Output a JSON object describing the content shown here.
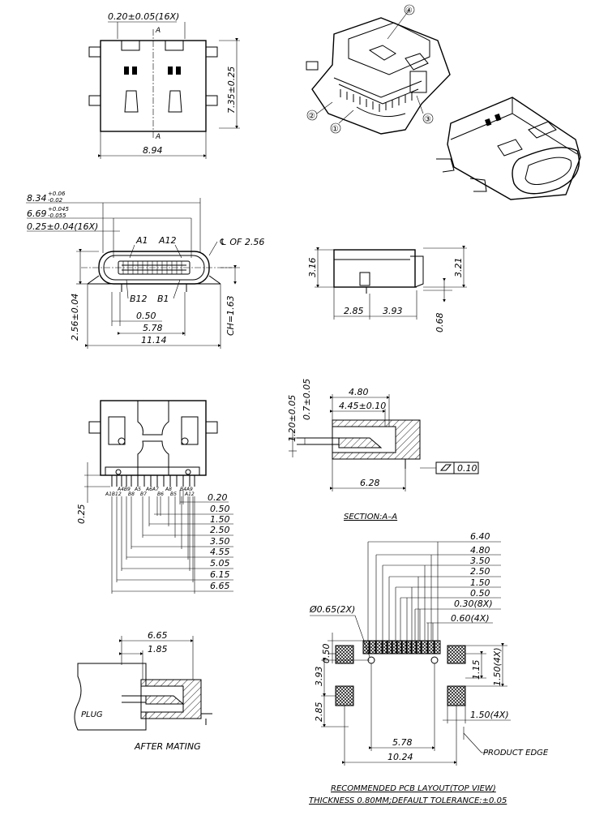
{
  "top_view": {
    "pitch_label": "0.20±0.05(16X)",
    "width_label": "8.94",
    "height_label": "7.35±0.25",
    "section_mark": "A"
  },
  "front_view": {
    "dim_8_34": "8.34",
    "dim_8_34_tol_upper": "+0.06",
    "dim_8_34_tol_lower": "-0.02",
    "dim_6_69": "6.69",
    "dim_6_69_tol_upper": "+0.045",
    "dim_6_69_tol_lower": "-0.055",
    "dim_pin": "0.25±0.04(16X)",
    "pin_a1": "A1",
    "pin_a12": "A12",
    "pin_b12": "B12",
    "pin_b1": "B1",
    "centerline": "℄ OF 2.56",
    "dim_0_50": "0.50",
    "dim_5_78": "5.78",
    "dim_11_14": "11.14",
    "dim_2_56": "2.56±0.04",
    "dim_ch": "CH=1.63"
  },
  "iso_callouts": [
    "①",
    "②",
    "③",
    "④"
  ],
  "side_view": {
    "dim_3_16": "3.16",
    "dim_3_21": "3.21",
    "dim_2_85": "2.85",
    "dim_3_93": "3.93",
    "dim_0_68": "0.68"
  },
  "bottom_view": {
    "pin_labels": [
      "A1B12",
      "A4B9",
      "B8",
      "A5",
      "B7",
      "A6A7",
      "B6",
      "A8",
      "B5",
      "B4A9",
      "A12"
    ],
    "dim_0_25": "0.25",
    "dims": [
      "0.20",
      "0.50",
      "1.50",
      "2.50",
      "3.50",
      "4.55",
      "5.05",
      "6.15",
      "6.65"
    ]
  },
  "section_a_a": {
    "dim_1_20": "1.20±0.05",
    "dim_0_7": "0.7±0.05",
    "dim_4_80": "4.80",
    "dim_4_45": "4.45±0.10",
    "dim_6_28": "6.28",
    "flatness": "0.10",
    "title": "SECTION:A–A"
  },
  "after_mating": {
    "dim_6_65": "6.65",
    "dim_1_85": "1.85",
    "plug_label": "PLUG",
    "caption": "AFTER  MATING"
  },
  "pcb_layout": {
    "top_dims": [
      "6.40",
      "4.80",
      "3.50",
      "2.50",
      "1.50",
      "0.50",
      "0.30(8X)"
    ],
    "dim_0_60": "0.60(4X)",
    "hole": "Ø0.65(2X)",
    "dim_0_50": "0.50",
    "dim_3_93": "3.93",
    "dim_2_85": "2.85",
    "dim_1_15": "1.15",
    "dim_1_50_v": "1.50(4X)",
    "dim_1_50_h": "1.50(4X)",
    "dim_5_78": "5.78",
    "dim_10_24": "10.24",
    "product_edge": "PRODUCT  EDGE",
    "title": "RECOMMENDED  PCB  LAYOUT(TOP  VIEW)",
    "note": "THICKNESS  0.80MM;DEFAULT  TOLERANCE:±0.05"
  }
}
